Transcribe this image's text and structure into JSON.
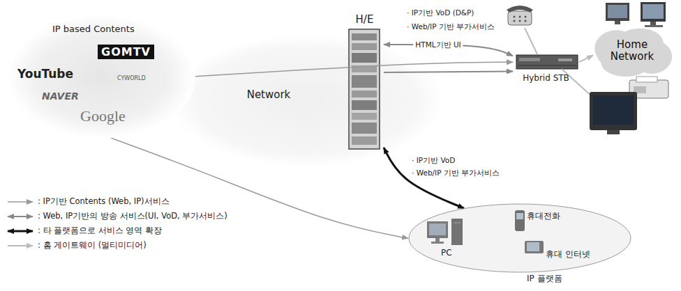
{
  "diagram": {
    "nodes": [
      {
        "text": [
          "IP based Contents",
          "GOMTV",
          "YouTube",
          "CYWORLD",
          "NAVER",
          "Google"
        ]
      },
      {
        "text": [
          "Network"
        ]
      },
      {
        "text": [
          "H/E"
        ]
      },
      {
        "text": [
          "Hybrid STB"
        ]
      },
      {
        "text": [
          "Home Network"
        ]
      },
      {
        "text": [
          "IP 플랫폼"
        ]
      },
      {
        "text": [
          "PC"
        ],
        "in": 5
      },
      {
        "text": [
          "휴대전화"
        ],
        "in": 5
      },
      {
        "text": [
          "휴대 인터넷"
        ],
        "in": 5
      }
    ],
    "edges": [
      {
        "from": 0,
        "to": 3,
        "arrow": "to"
      },
      {
        "from": 2,
        "to": 3,
        "arrow": "to"
      },
      {
        "from": 2,
        "to": 3,
        "label": "HTML기반 UI",
        "arrow": "both"
      },
      {
        "from": 3,
        "to": 4,
        "arrow": "to"
      },
      {
        "from": 2,
        "to": 5,
        "arrow": "both"
      },
      {
        "from": 0,
        "to": 5,
        "arrow": "to"
      }
    ],
    "labels": [
      "· IP기반 VoD (D&P)",
      "· Web/IP 기반 부가서비스",
      "· IP기반 VoD",
      "· Web/IP 기반 부가서비스"
    ],
    "legend": [
      {
        "text": ": IP기반 Contents (Web, IP)서비스"
      },
      {
        "text": ": Web, IP기반의 방송 서비스(UI, VoD, 부가서비스)"
      },
      {
        "text": ": 타 플랫폼으로 서비스 영역 확장"
      },
      {
        "text": ": 홈 게이트웨이 (멀티미디어)"
      }
    ]
  }
}
